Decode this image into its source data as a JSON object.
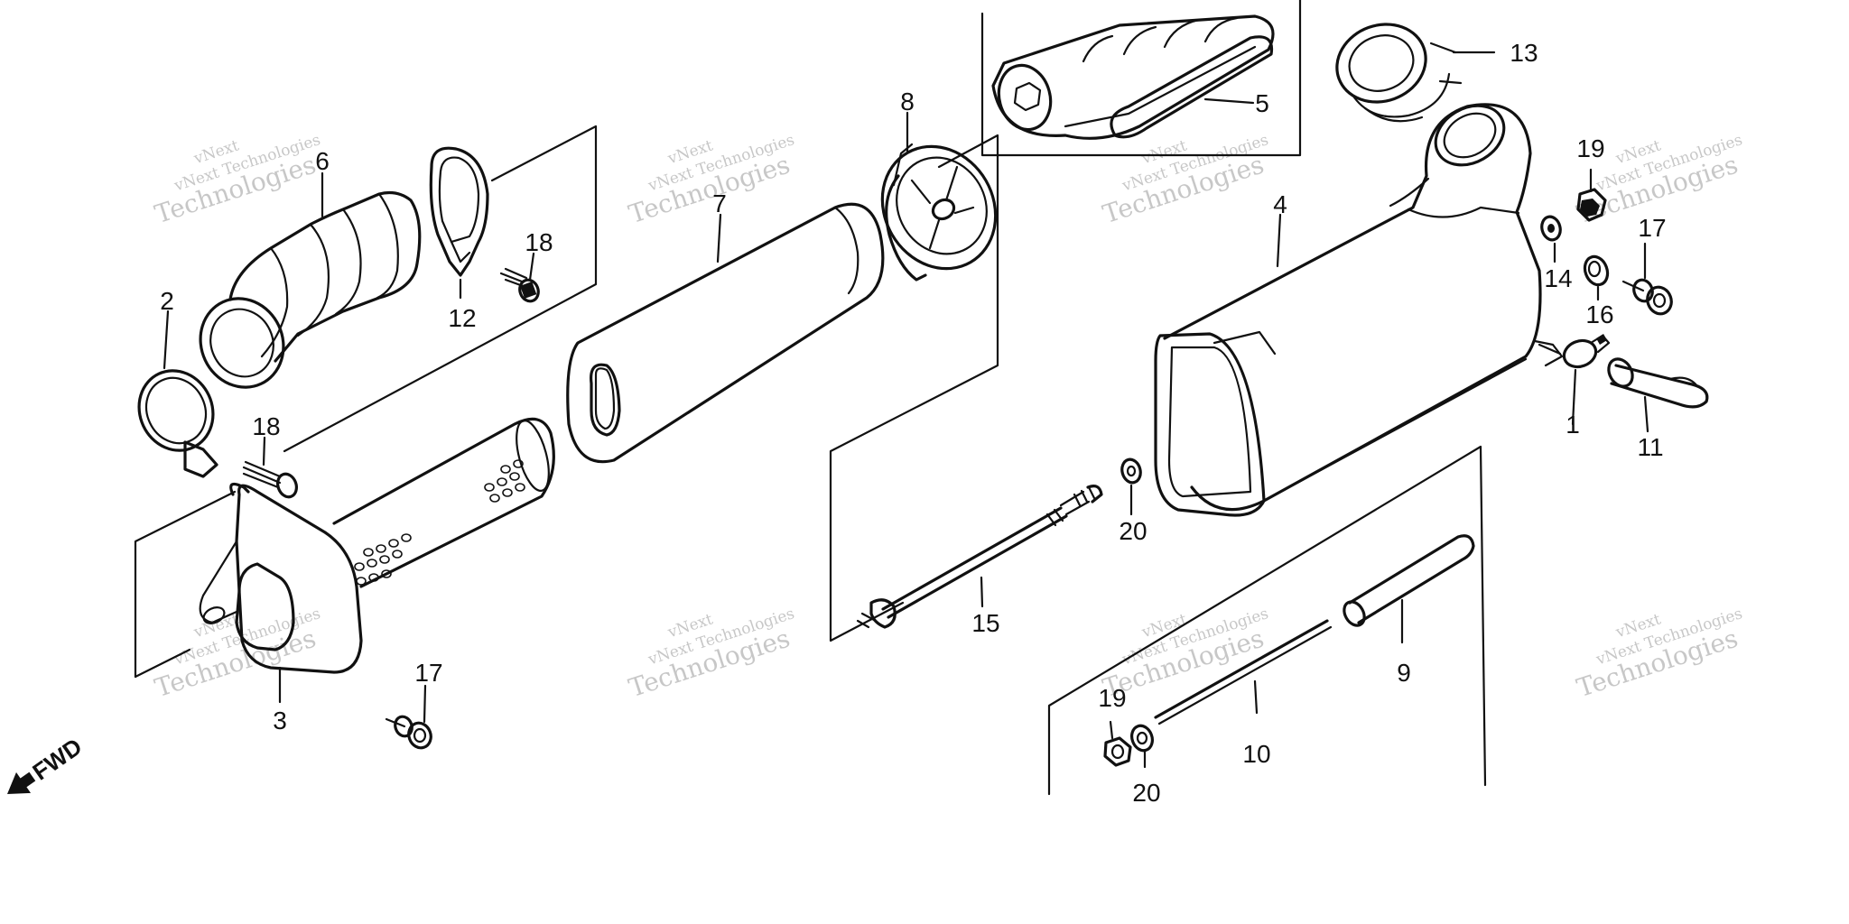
{
  "watermark": {
    "line1": "vNext",
    "line2": "vNext Technologies",
    "line3": "Technologies"
  },
  "fwd_label": "FWD",
  "parts": [
    {
      "id": "p1",
      "label": "1"
    },
    {
      "id": "p2",
      "label": "2"
    },
    {
      "id": "p3",
      "label": "3"
    },
    {
      "id": "p4",
      "label": "4"
    },
    {
      "id": "p5",
      "label": "5"
    },
    {
      "id": "p6",
      "label": "6"
    },
    {
      "id": "p7",
      "label": "7"
    },
    {
      "id": "p8",
      "label": "8"
    },
    {
      "id": "p9",
      "label": "9"
    },
    {
      "id": "p10",
      "label": "10"
    },
    {
      "id": "p11",
      "label": "11"
    },
    {
      "id": "p12",
      "label": "12"
    },
    {
      "id": "p13",
      "label": "13"
    },
    {
      "id": "p14",
      "label": "14"
    },
    {
      "id": "p15",
      "label": "15"
    },
    {
      "id": "p16",
      "label": "16"
    },
    {
      "id": "p17a",
      "label": "17"
    },
    {
      "id": "p17b",
      "label": "17"
    },
    {
      "id": "p18a",
      "label": "18"
    },
    {
      "id": "p18b",
      "label": "18"
    },
    {
      "id": "p19a",
      "label": "19"
    },
    {
      "id": "p19b",
      "label": "19"
    },
    {
      "id": "p20a",
      "label": "20"
    },
    {
      "id": "p20b",
      "label": "20"
    }
  ]
}
